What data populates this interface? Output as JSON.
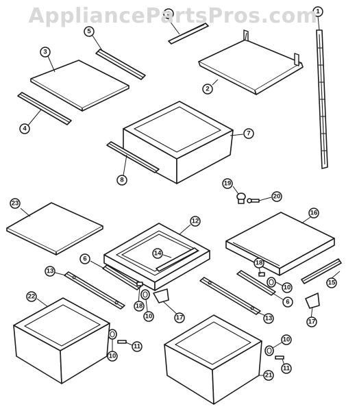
{
  "watermark": "AppliancePartsPros.com",
  "callouts": [
    {
      "id": "c1",
      "label": "1"
    },
    {
      "id": "c2",
      "label": "2"
    },
    {
      "id": "c3",
      "label": "3"
    },
    {
      "id": "c4",
      "label": "4"
    },
    {
      "id": "c5",
      "label": "5"
    },
    {
      "id": "c6a",
      "label": "6"
    },
    {
      "id": "c6b",
      "label": "6"
    },
    {
      "id": "c7",
      "label": "7"
    },
    {
      "id": "c8",
      "label": "8"
    },
    {
      "id": "c9",
      "label": "9"
    },
    {
      "id": "c10a",
      "label": "10"
    },
    {
      "id": "c10b",
      "label": "10"
    },
    {
      "id": "c10c",
      "label": "10"
    },
    {
      "id": "c10d",
      "label": "10"
    },
    {
      "id": "c11a",
      "label": "11"
    },
    {
      "id": "c11b",
      "label": "11"
    },
    {
      "id": "c12",
      "label": "12"
    },
    {
      "id": "c13a",
      "label": "13"
    },
    {
      "id": "c13b",
      "label": "13"
    },
    {
      "id": "c14",
      "label": "14"
    },
    {
      "id": "c15",
      "label": "15"
    },
    {
      "id": "c16",
      "label": "16"
    },
    {
      "id": "c17a",
      "label": "17"
    },
    {
      "id": "c17b",
      "label": "17"
    },
    {
      "id": "c18a",
      "label": "18"
    },
    {
      "id": "c18b",
      "label": "18"
    },
    {
      "id": "c19",
      "label": "19"
    },
    {
      "id": "c20",
      "label": "20"
    },
    {
      "id": "c21",
      "label": "21"
    },
    {
      "id": "c22",
      "label": "22"
    },
    {
      "id": "c23",
      "label": "23"
    }
  ]
}
